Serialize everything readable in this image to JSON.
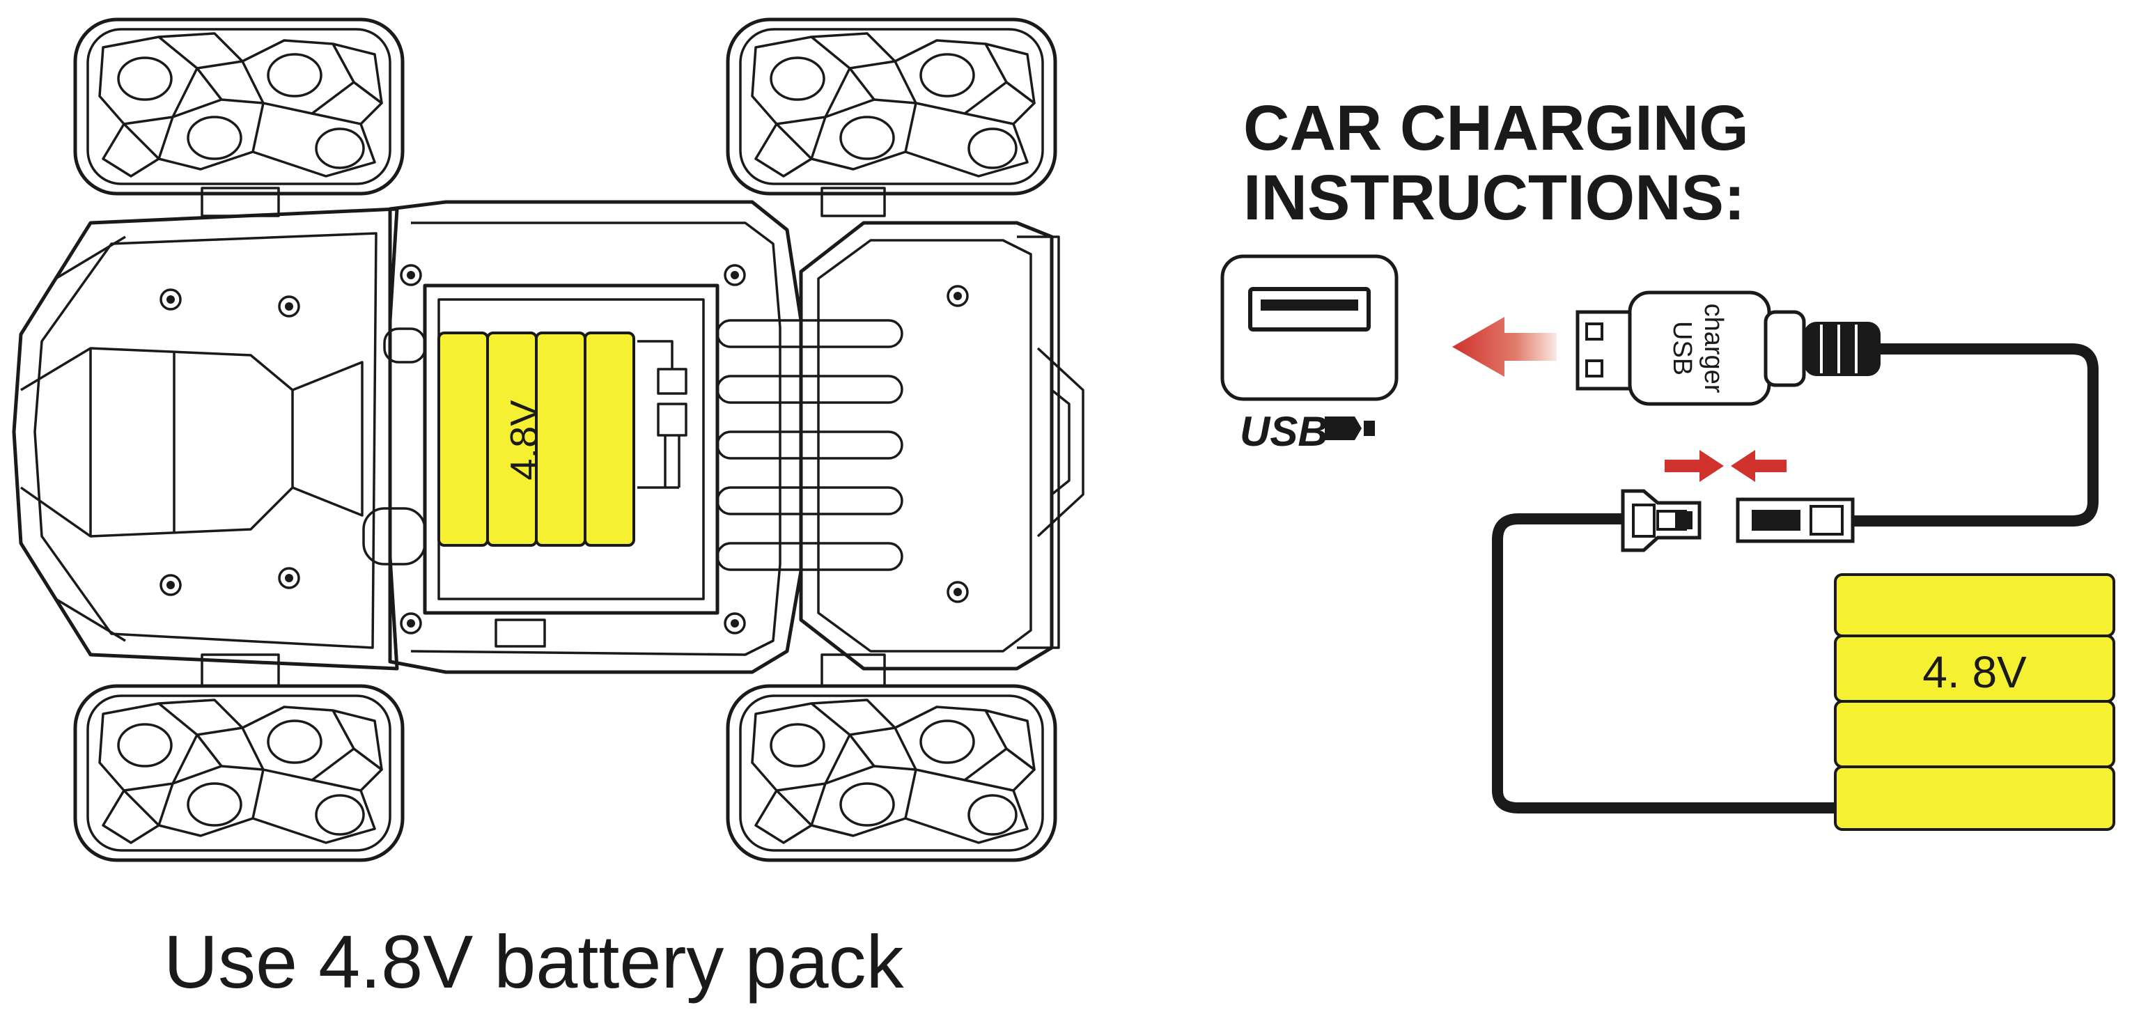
{
  "title": {
    "line1": "CAR CHARGING",
    "line2": "INSTRUCTIONS:"
  },
  "caption": "Use 4.8V battery pack",
  "car_battery_label": "4.8V",
  "charger_label": {
    "line1": "USB",
    "line2": "charger"
  },
  "usb_logo_text": "USB",
  "battery_pack_label": "4. 8V",
  "colors": {
    "battery_yellow": "#f5f032",
    "arrow_red": "#d0322e",
    "line_black": "#1a1a1a"
  },
  "icons": [
    "usb-port-icon",
    "usb-logo-icon",
    "insert-arrow-icon",
    "connect-arrow-left-icon",
    "connect-arrow-right-icon"
  ]
}
